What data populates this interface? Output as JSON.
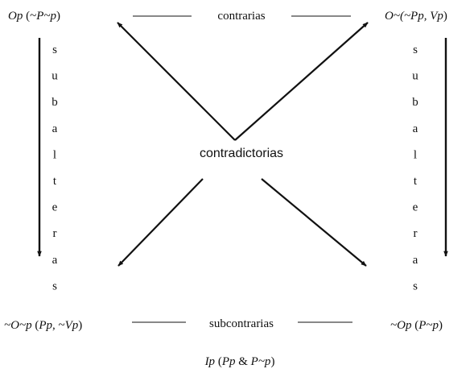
{
  "corners": {
    "top_left": [
      [
        "Op",
        true
      ],
      [
        " (~",
        false
      ],
      [
        "P~p",
        true
      ],
      [
        ")",
        false
      ]
    ],
    "top_right": [
      [
        "O~(~Pp, Vp",
        true
      ],
      [
        ")",
        false
      ]
    ],
    "bottom_left": [
      [
        "~O~p",
        true
      ],
      [
        " (",
        false
      ],
      [
        "Pp",
        true
      ],
      [
        ", ~",
        false
      ],
      [
        "Vp",
        true
      ],
      [
        ")",
        false
      ]
    ],
    "bottom_right": [
      [
        "~Op",
        true
      ],
      [
        " (",
        false
      ],
      [
        "P~p",
        true
      ],
      [
        ")",
        false
      ]
    ]
  },
  "relations": {
    "top": "contrarias",
    "bottom": "subcontrarias",
    "center": "contradictorias",
    "side_letters": [
      "s",
      "u",
      "b",
      "a",
      "l",
      "t",
      "e",
      "r",
      "a",
      "s"
    ]
  },
  "footer": [
    [
      "Ip",
      true
    ],
    [
      " (",
      false
    ],
    [
      "Pp",
      true
    ],
    [
      " & ",
      false
    ],
    [
      "P~p",
      true
    ],
    [
      ")",
      false
    ]
  ]
}
